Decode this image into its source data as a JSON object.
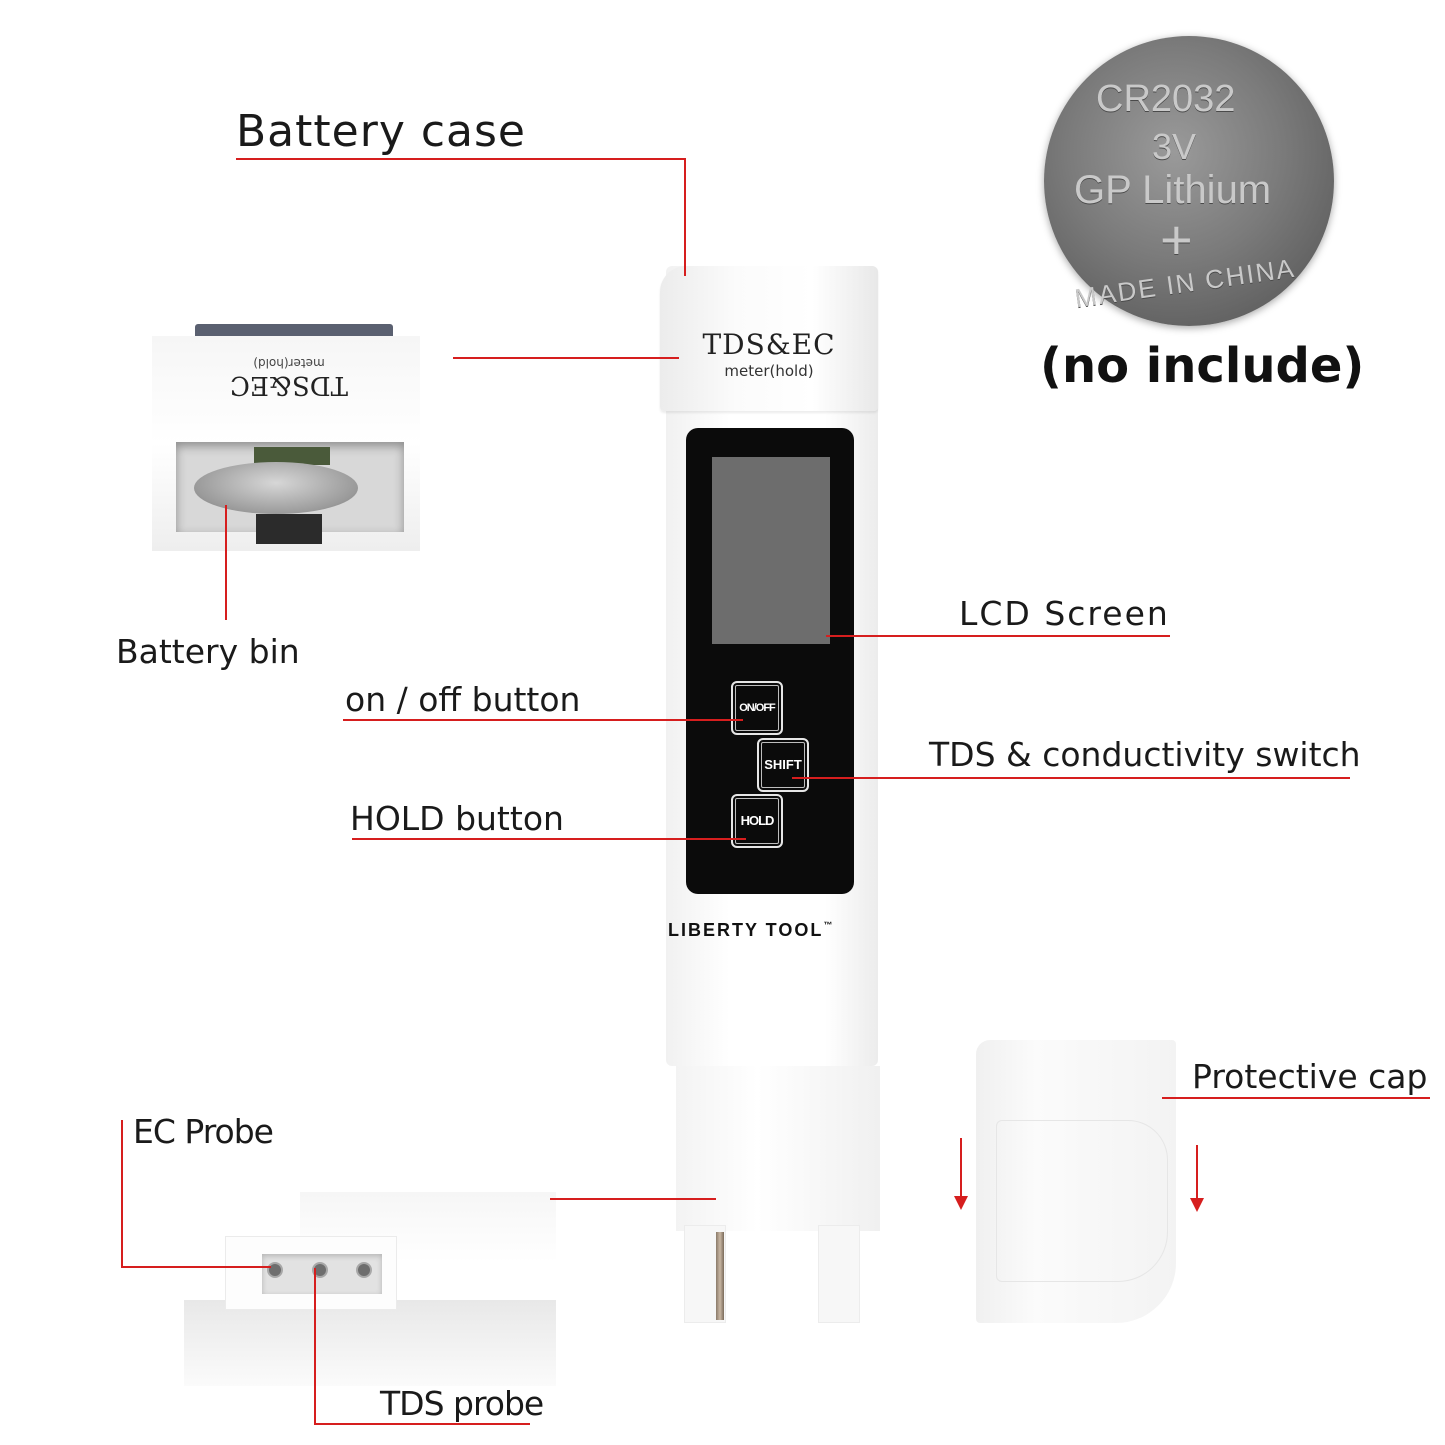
{
  "labels": {
    "battery_case": "Battery case",
    "battery_bin": "Battery bin",
    "on_off_button": "on / off button",
    "hold_button": "HOLD button",
    "lcd_screen": "LCD Screen",
    "tds_conductivity_switch": "TDS & conductivity switch",
    "protective_cap": "Protective cap",
    "ec_probe": "EC Probe",
    "tds_probe": "TDS probe"
  },
  "battery": {
    "model": "CR2032",
    "voltage": "3V",
    "brand": "GP Lithium",
    "symbol": "+",
    "origin": "MADE IN CHINA",
    "note": "(no include)"
  },
  "meter": {
    "title": "TDS&EC",
    "subtitle": "meter(hold)",
    "buttons": {
      "on_off": "ON/OFF",
      "shift": "SHIFT",
      "hold": "HOLD"
    },
    "brand": "LIBERTY TOOL",
    "trademark": "™"
  },
  "inset": {
    "title": "TDS&EC",
    "subtitle": "meter(hold)"
  },
  "colors": {
    "callout_line": "#d61e1e",
    "panel": "#0b0b0b",
    "lcd": "#6d6d6d"
  }
}
